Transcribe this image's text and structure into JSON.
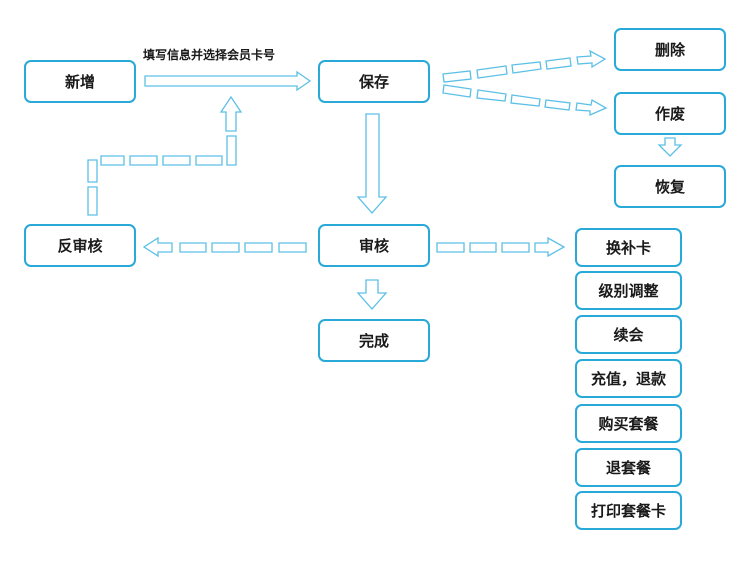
{
  "colors": {
    "border": "#29a9d8",
    "arrow": "#5cc0e6",
    "text": "#1a1a1a",
    "background": "#ffffff"
  },
  "nodes": {
    "xinzeng": "新增",
    "baocun": "保存",
    "shanchu": "删除",
    "zuofei": "作废",
    "huifu": "恢复",
    "fanshenhe": "反审核",
    "shenhe": "审核",
    "wancheng": "完成",
    "huanbuka": "换补卡",
    "jibietiaozheng": "级别调整",
    "xuhui": "续会",
    "chongzhi_tuikuan": "充值，退款",
    "goumai_taocan": "购买套餐",
    "tui_taocan": "退套餐",
    "dayin_taocanka": "打印套餐卡"
  },
  "edge_labels": {
    "xinzeng_to_baocun": "填写信息并选择会员卡号"
  }
}
